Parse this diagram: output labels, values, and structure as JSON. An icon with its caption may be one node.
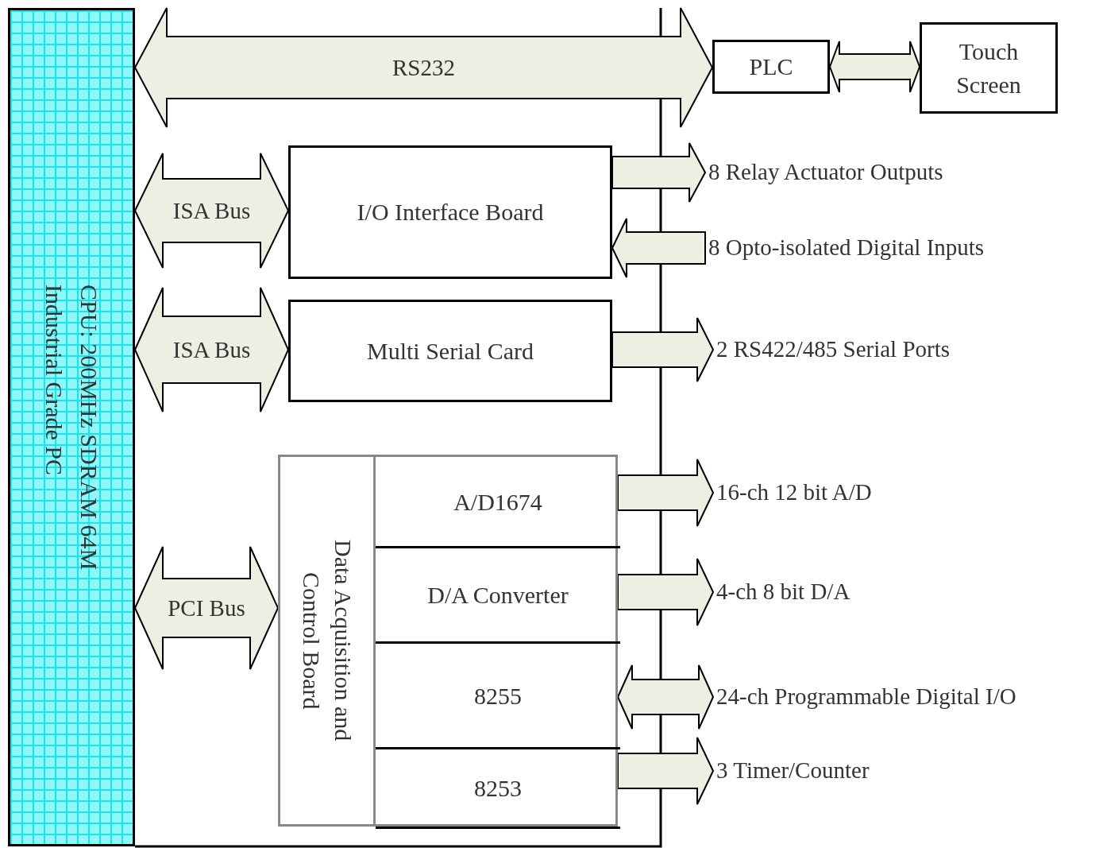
{
  "diagram": {
    "nodes": [
      {
        "text": [
          "CPU: 200MHz SDRAM 64M",
          "Industrial Grade PC"
        ]
      },
      {
        "text": [
          "PLC"
        ]
      },
      {
        "text": [
          "Touch Screen"
        ]
      },
      {
        "text": [
          "I/O Interface Board"
        ]
      },
      {
        "text": [
          "Multi Serial Card"
        ]
      },
      {
        "text": [
          "Data Acquisition and Control Board"
        ]
      },
      {
        "text": [
          "A/D1674"
        ],
        "in": 5
      },
      {
        "text": [
          "D/A Converter"
        ],
        "in": 5
      },
      {
        "text": [
          "8255"
        ],
        "in": 5
      },
      {
        "text": [
          "8253"
        ],
        "in": 5
      },
      {
        "text": [
          "8 Relay Actuator Outputs"
        ]
      },
      {
        "text": [
          "8 Opto-isolated Digital Inputs"
        ]
      },
      {
        "text": [
          "2 RS422/485 Serial Ports"
        ]
      },
      {
        "text": [
          "16-ch 12 bit A/D"
        ]
      },
      {
        "text": [
          "4-ch 8 bit D/A"
        ]
      },
      {
        "text": [
          "24-ch Programmable Digital I/O"
        ]
      },
      {
        "text": [
          "3 Timer/Counter"
        ]
      }
    ],
    "edges": [
      {
        "from": 0,
        "to": 1,
        "arrow": "both",
        "label": "RS232"
      },
      {
        "from": 1,
        "to": 2,
        "arrow": "both"
      },
      {
        "from": 0,
        "to": 3,
        "arrow": "both",
        "label": "ISA Bus"
      },
      {
        "from": 0,
        "to": 4,
        "arrow": "both",
        "label": "ISA Bus"
      },
      {
        "from": 0,
        "to": 5,
        "arrow": "both",
        "label": "PCI Bus"
      },
      {
        "from": 3,
        "to": 10,
        "arrow": "to"
      },
      {
        "from": 11,
        "to": 3,
        "arrow": "to"
      },
      {
        "from": 4,
        "to": 12,
        "arrow": "to"
      },
      {
        "from": 6,
        "to": 13,
        "arrow": "to"
      },
      {
        "from": 7,
        "to": 14,
        "arrow": "to"
      },
      {
        "from": 8,
        "to": 15,
        "arrow": "both"
      },
      {
        "from": 9,
        "to": 16,
        "arrow": "to"
      }
    ]
  }
}
